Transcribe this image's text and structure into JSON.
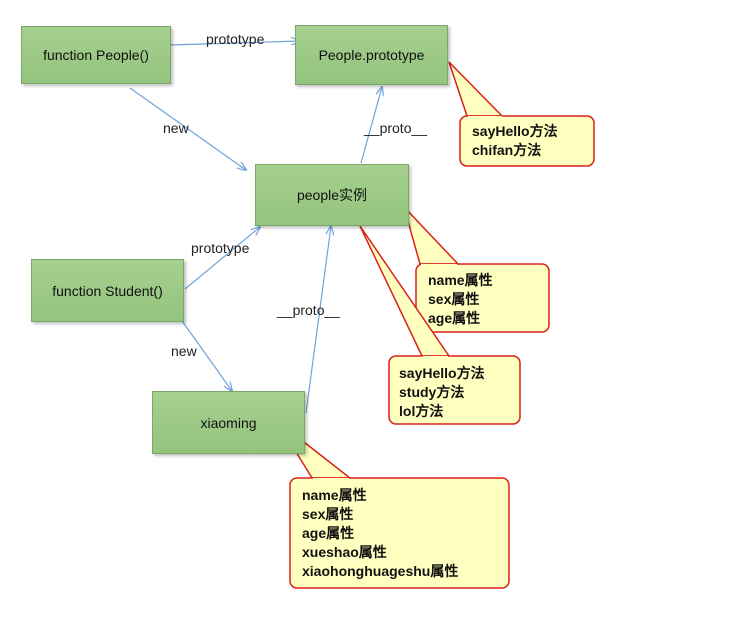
{
  "nodes": {
    "people_fn": "function People()",
    "people_proto": "People.prototype",
    "people_instance": "people实例",
    "student_fn": "function Student()",
    "xiaoming": "xiaoming"
  },
  "edge_labels": {
    "prototype_top": "prototype",
    "new_top": "new",
    "proto_top": "__proto__",
    "prototype_mid": "prototype",
    "proto_mid": "__proto__",
    "new_bottom": "new"
  },
  "callouts": {
    "proto_methods": [
      "sayHello方法",
      "chifan方法"
    ],
    "instance_props": [
      "name属性",
      "sex属性",
      "age属性"
    ],
    "instance_methods": [
      "sayHello方法",
      "study方法",
      "lol方法"
    ],
    "xiaoming_props": [
      "name属性",
      "sex属性",
      "age属性",
      "xueshao属性",
      "xiaohonghuageshu属性"
    ]
  },
  "colors": {
    "node_fill": "#9bc986",
    "callout_fill": "#ffffc0",
    "callout_border": "#d9211c",
    "arrow": "#6fa3d8"
  }
}
